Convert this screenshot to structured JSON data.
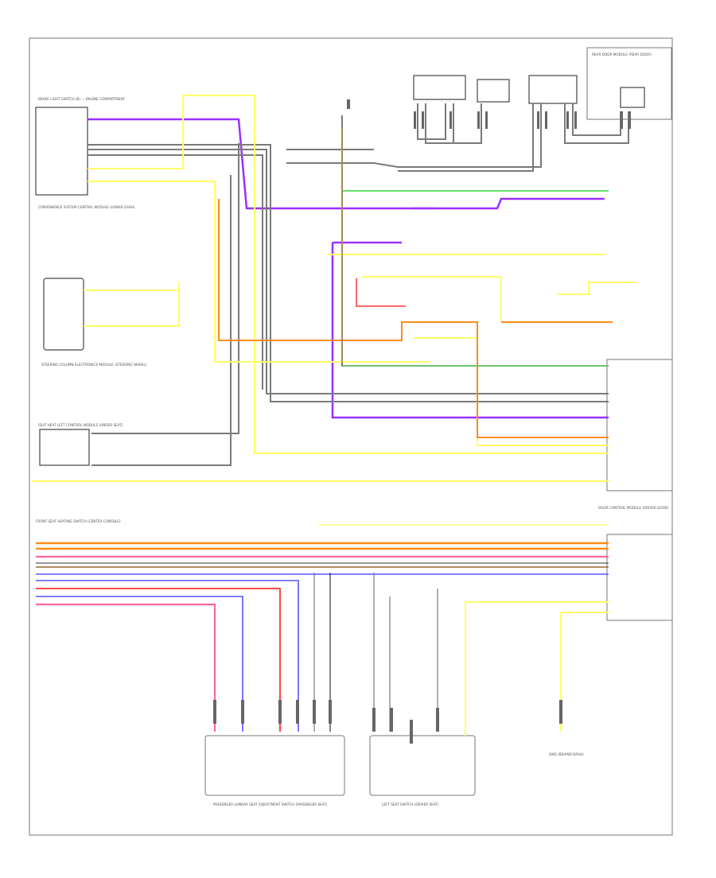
{
  "diagram": {
    "footer_code": "",
    "components": [
      {
        "id": "brake_switch",
        "label": "BRAKE LIGHT SWITCH (B) — ENGINE COMPARTMENT"
      },
      {
        "id": "sensor_module",
        "label": "CONVENIENCE SYSTEM CENTRAL MODULE (LOWER DASH)"
      },
      {
        "id": "left_rear_ctrl",
        "label": "STEERING COLUMN ELECTRONICS MODULE (STEERING WHEEL)"
      },
      {
        "id": "seat_heat_module",
        "label": "SEAT HEAT LEFT CONTROL MODULE (UNDER SEAT)"
      },
      {
        "id": "front_switch",
        "label": "FRONT SEAT HEATING SWITCH (CENTER CONSOLE)"
      },
      {
        "id": "pass_seat",
        "label": "PASSENGER LUMBAR SEAT ADJUSTMENT SWITCH (PASSENGER SEAT)"
      },
      {
        "id": "left_seat",
        "label": "LEFT SEAT SWITCH (DRIVER SEAT)"
      },
      {
        "id": "right_module_top",
        "label": "REAR DOOR MODULE (REAR DOOR)"
      },
      {
        "id": "door_module",
        "label": "DOOR CONTROL MODULE (DRIVER DOOR)"
      },
      {
        "id": "gnd_label",
        "label": "GND (BEHIND DASH)"
      }
    ],
    "wire_colors": {
      "purple": "#9b30ff",
      "gray": "#7a7a7a",
      "yellow": "#ffff66",
      "orange": "#ff8c1a",
      "green": "#66dd66",
      "pink": "#ff6699",
      "blue": "#5555ff",
      "brown": "#996633",
      "black": "#333333",
      "red": "#ff3333",
      "light_yellow": "#ffffaa"
    }
  }
}
